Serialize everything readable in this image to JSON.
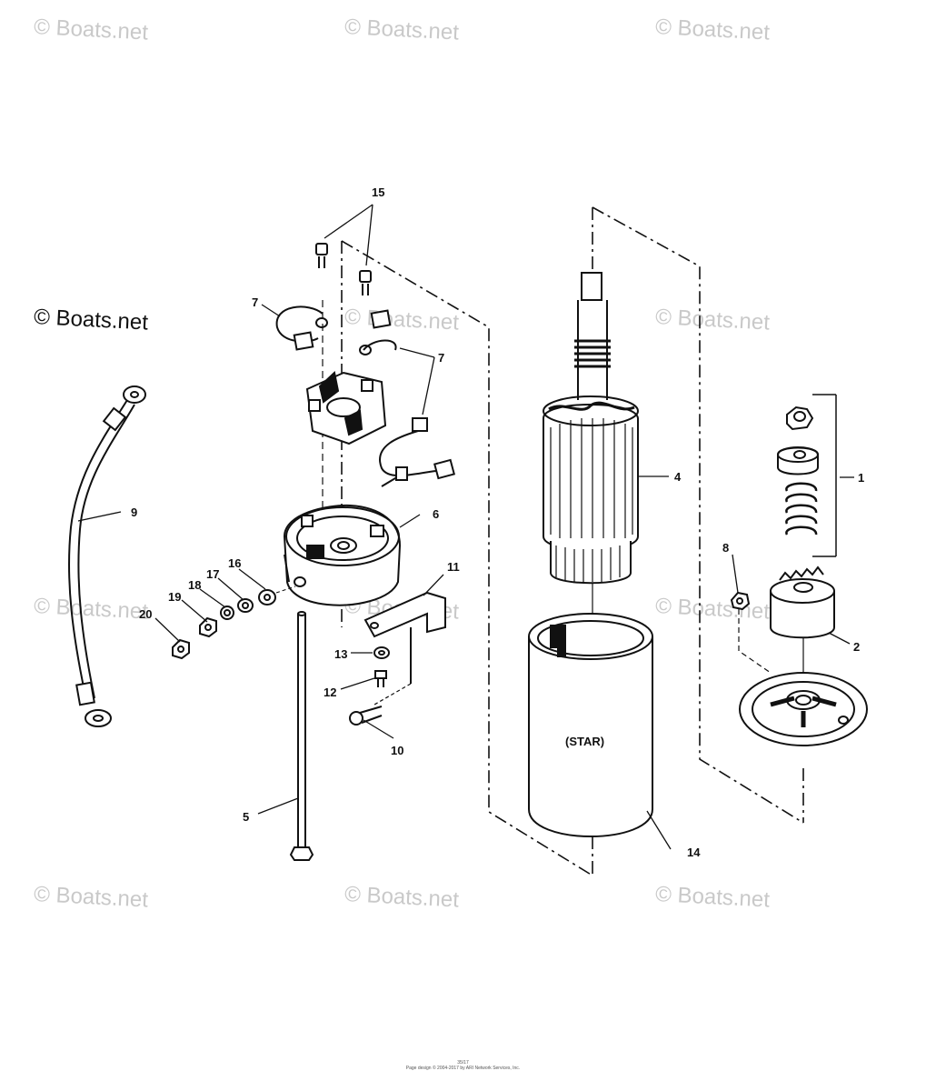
{
  "watermark": {
    "text": "© Boats.net"
  },
  "diagram": {
    "star_label": "(STAR)",
    "callouts": {
      "c1": "1",
      "c2": "2",
      "c4": "4",
      "c5": "5",
      "c6": "6",
      "c7a": "7",
      "c7b": "7",
      "c8": "8",
      "c9": "9",
      "c10": "10",
      "c11": "11",
      "c12": "12",
      "c13": "13",
      "c14": "14",
      "c15": "15",
      "c16": "16",
      "c17": "17",
      "c18": "18",
      "c19": "19",
      "c20": "20"
    }
  },
  "footer": {
    "line1": "35/17",
    "line2": "Page design © 2004-2017 by ARI Network Services, Inc."
  }
}
